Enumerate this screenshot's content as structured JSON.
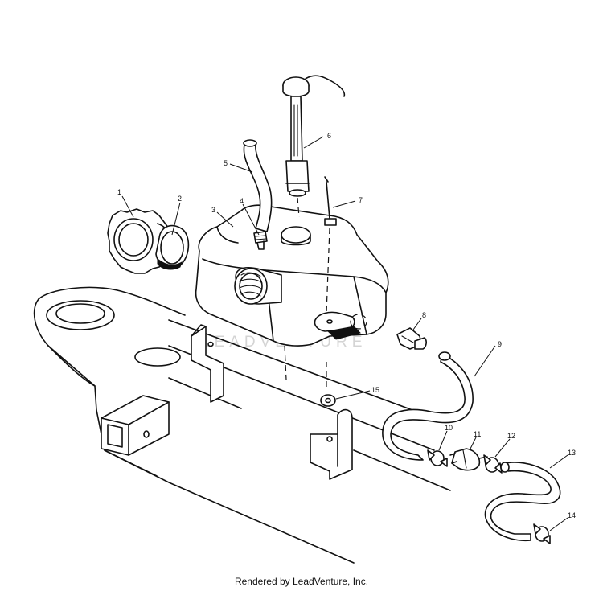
{
  "watermark": {
    "text": "LEADVENTURE"
  },
  "callouts": [
    "1",
    "2",
    "3",
    "4",
    "5",
    "6",
    "7",
    "8",
    "9",
    "10",
    "11",
    "12",
    "13",
    "14",
    "15"
  ],
  "footer": {
    "text": "Rendered by LeadVenture, Inc."
  }
}
